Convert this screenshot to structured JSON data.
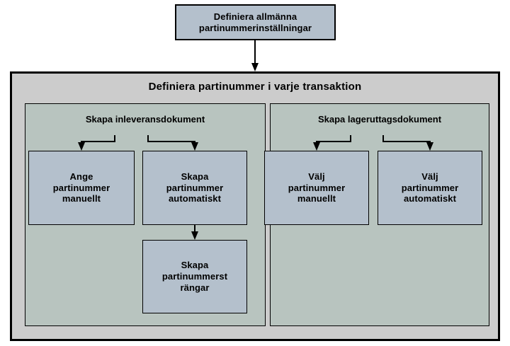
{
  "diagram": {
    "title": "Definiera partinummer i varje transaktion",
    "colors": {
      "node_fill": "#b4c0cc",
      "container_fill": "#cccccc",
      "group_fill": "#b8c4bf",
      "stroke": "#000000",
      "page_background": "#ffffff"
    },
    "settings_node": {
      "label": "Definiera allmänna\npartinummerinställningar"
    },
    "groups": [
      {
        "id": "inbound",
        "title": "Skapa inleveransdokument",
        "nodes": [
          {
            "id": "ange-manuellt",
            "label": "Ange\npartinummer\nmanuellt"
          },
          {
            "id": "skapa-automatiskt",
            "label": "Skapa\npartinummer\nautomatiskt"
          },
          {
            "id": "skapa-strangar",
            "label": "Skapa\npartinummerst\nrängar"
          }
        ]
      },
      {
        "id": "outbound",
        "title": "Skapa lageruttagsdokument",
        "nodes": [
          {
            "id": "valj-manuellt",
            "label": "Välj\npartinummer\nmanuellt"
          },
          {
            "id": "valj-automatiskt",
            "label": "Välj\npartinummer\nautomatiskt"
          }
        ]
      }
    ],
    "connectors": [
      {
        "id": "settings-to-container",
        "from": "settings_node",
        "to": "transaction-container",
        "style": "arrow-down"
      },
      {
        "id": "inbound-to-ange",
        "from": "inbound-title",
        "to": "ange-manuellt",
        "style": "elbow-arrow-down"
      },
      {
        "id": "inbound-to-skapa",
        "from": "inbound-title",
        "to": "skapa-automatiskt",
        "style": "elbow-arrow-down"
      },
      {
        "id": "skapa-to-strangar",
        "from": "skapa-automatiskt",
        "to": "skapa-strangar",
        "style": "arrow-down"
      },
      {
        "id": "outbound-to-manuellt",
        "from": "outbound-title",
        "to": "valj-manuellt",
        "style": "elbow-arrow-down"
      },
      {
        "id": "outbound-to-automatiskt",
        "from": "outbound-title",
        "to": "valj-automatiskt",
        "style": "elbow-arrow-down"
      }
    ]
  }
}
